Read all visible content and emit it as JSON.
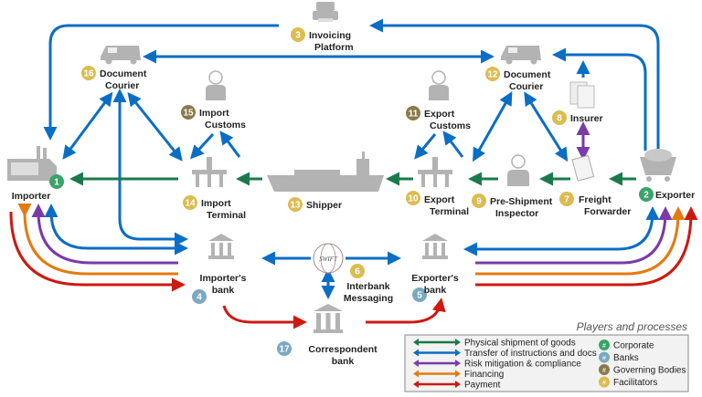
{
  "title": "Players and processes",
  "colors": {
    "shipment": "#1a7a4c",
    "instructions": "#0a6ec4",
    "risk": "#7a3aa8",
    "financing": "#e57a10",
    "payment": "#cc1a10",
    "corporate": "#3aa36a",
    "banks": "#7aa9c2",
    "governing": "#8a7a4a",
    "facilitators": "#dcbc50",
    "icon": "#b3b3b3"
  },
  "nodes": [
    {
      "num": "1",
      "label_lines": [
        "Importer"
      ],
      "category": "corporate",
      "icon": "factory-icon"
    },
    {
      "num": "2",
      "label_lines": [
        "Exporter"
      ],
      "category": "corporate",
      "icon": "mine-cart-icon"
    },
    {
      "num": "3",
      "label_lines": [
        "Invoicing",
        "Platform"
      ],
      "category": "facilitators",
      "icon": "printer-icon"
    },
    {
      "num": "4",
      "label_lines": [
        "Importer's",
        "bank"
      ],
      "category": "banks",
      "icon": "bank-icon"
    },
    {
      "num": "5",
      "label_lines": [
        "Exporter's",
        "bank"
      ],
      "category": "banks",
      "icon": "bank-icon"
    },
    {
      "num": "6",
      "label_lines": [
        "Interbank",
        "Messaging"
      ],
      "category": "facilitators",
      "icon": "swift-globe-icon",
      "icon_text": "SWIFT"
    },
    {
      "num": "7",
      "label_lines": [
        "Freight",
        "Forwarder"
      ],
      "category": "facilitators",
      "icon": "clipboard-icon"
    },
    {
      "num": "8",
      "label_lines": [
        "Insurer"
      ],
      "category": "facilitators",
      "icon": "documents-icon"
    },
    {
      "num": "9",
      "label_lines": [
        "Pre-Shipment",
        "Inspector"
      ],
      "category": "facilitators",
      "icon": "inspector-icon"
    },
    {
      "num": "10",
      "label_lines": [
        "Export",
        "Terminal"
      ],
      "category": "facilitators",
      "icon": "oil-platform-icon"
    },
    {
      "num": "11",
      "label_lines": [
        "Export",
        "Customs"
      ],
      "category": "governing",
      "icon": "officer-icon"
    },
    {
      "num": "12",
      "label_lines": [
        "Document",
        "Courier"
      ],
      "category": "facilitators",
      "icon": "van-icon"
    },
    {
      "num": "13",
      "label_lines": [
        "Shipper"
      ],
      "category": "facilitators",
      "icon": "ship-icon"
    },
    {
      "num": "14",
      "label_lines": [
        "Import",
        "Terminal"
      ],
      "category": "facilitators",
      "icon": "oil-platform-icon"
    },
    {
      "num": "15",
      "label_lines": [
        "Import",
        "Customs"
      ],
      "category": "governing",
      "icon": "officer-icon"
    },
    {
      "num": "16",
      "label_lines": [
        "Document",
        "Courier"
      ],
      "category": "facilitators",
      "icon": "van-icon"
    },
    {
      "num": "17",
      "label_lines": [
        "Correspondent",
        "bank"
      ],
      "category": "banks",
      "icon": "bank-icon"
    }
  ],
  "legend": {
    "flows": [
      {
        "key": "shipment",
        "label": "Physical shipment of goods"
      },
      {
        "key": "instructions",
        "label": "Transfer of instructions and docs"
      },
      {
        "key": "risk",
        "label": "Risk mitigation &  compliance"
      },
      {
        "key": "financing",
        "label": "Financing"
      },
      {
        "key": "payment",
        "label": "Payment"
      }
    ],
    "categories": [
      {
        "key": "corporate",
        "label": "Corporate",
        "symbol": "#"
      },
      {
        "key": "banks",
        "label": "Banks",
        "symbol": "#"
      },
      {
        "key": "governing",
        "label": "Governing Bodies",
        "symbol": "#"
      },
      {
        "key": "facilitators",
        "label": "Facilitators",
        "symbol": "#"
      }
    ]
  }
}
